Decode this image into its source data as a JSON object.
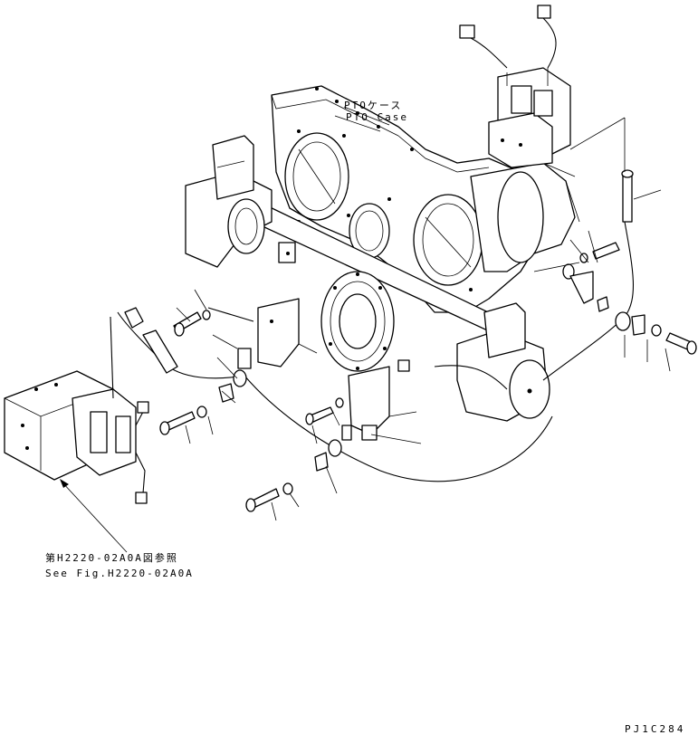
{
  "labels": {
    "pto_case_jp": "PTOケース",
    "pto_case_en": "PTO Case",
    "ref_jp": "第H2220-02A0A図参照",
    "ref_en": "See Fig.H2220-02A0A",
    "drawing_code": "PJ1C284"
  }
}
